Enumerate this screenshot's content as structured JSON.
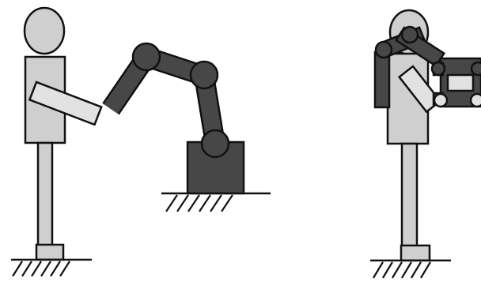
{
  "figure": {
    "panels": [
      {
        "id": "side-view",
        "subjects": [
          "human",
          "robot-arm"
        ]
      },
      {
        "id": "front-view",
        "subjects": [
          "human",
          "robot-arm"
        ]
      }
    ],
    "colors": {
      "human_body": "#cfcfcf",
      "human_arm": "#e2e2e2",
      "robot": "#474747",
      "outline": "#111111",
      "background": "#ffffff"
    }
  }
}
